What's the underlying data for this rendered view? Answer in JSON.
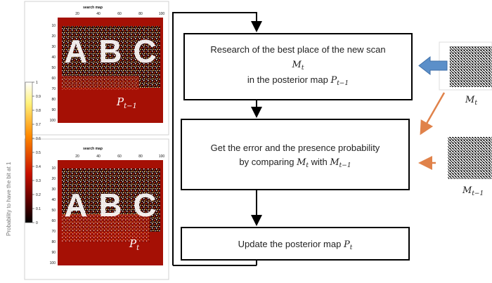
{
  "colorbar": {
    "label": "Probability to have the bit at 1",
    "ticks": [
      "1",
      "0.9",
      "0.8",
      "0.7",
      "0.6",
      "0.5",
      "0.4",
      "0.3",
      "0.2",
      "0.1",
      "0"
    ]
  },
  "maps": [
    {
      "title": "search map",
      "letters": [
        "A",
        "B",
        "C"
      ],
      "overlay": "P",
      "overlay_sub": "t−1",
      "x_ticks": [
        "20",
        "40",
        "60",
        "80",
        "100"
      ],
      "y_ticks": [
        "10",
        "20",
        "30",
        "40",
        "50",
        "60",
        "70",
        "80",
        "90",
        "100"
      ]
    },
    {
      "title": "search map",
      "letters": [
        "A",
        "B",
        "C"
      ],
      "overlay": "P",
      "overlay_sub": "t",
      "x_ticks": [
        "20",
        "40",
        "60",
        "80",
        "100"
      ],
      "y_ticks": [
        "10",
        "20",
        "30",
        "40",
        "50",
        "60",
        "70",
        "80",
        "90",
        "100"
      ]
    }
  ],
  "boxes": [
    {
      "line1": "Research of the best place of the new scan",
      "line2_sym": "M",
      "line2_sub": "t",
      "line3_pre": "in the posterior map ",
      "line3_sym": "P",
      "line3_sub": "t−1"
    },
    {
      "line1": "Get the error and the presence probability",
      "line2_pre": "by comparing ",
      "line2_sym1": "M",
      "line2_sub1": "t",
      "line2_mid": " with ",
      "line2_sym2": "M",
      "line2_sub2": "t−1"
    },
    {
      "line1_pre": "Update the posterior map ",
      "line1_sym": "P",
      "line1_sub": "t"
    }
  ],
  "scans": [
    {
      "sym": "M",
      "sub": "t"
    },
    {
      "sym": "M",
      "sub": "t−1"
    }
  ],
  "colors": {
    "map_red": "#a51005",
    "map_dark": "#2a0303",
    "blue_arrow": "#5b8fc9",
    "orange_arrow": "#e0824a",
    "box_border": "#000000"
  }
}
